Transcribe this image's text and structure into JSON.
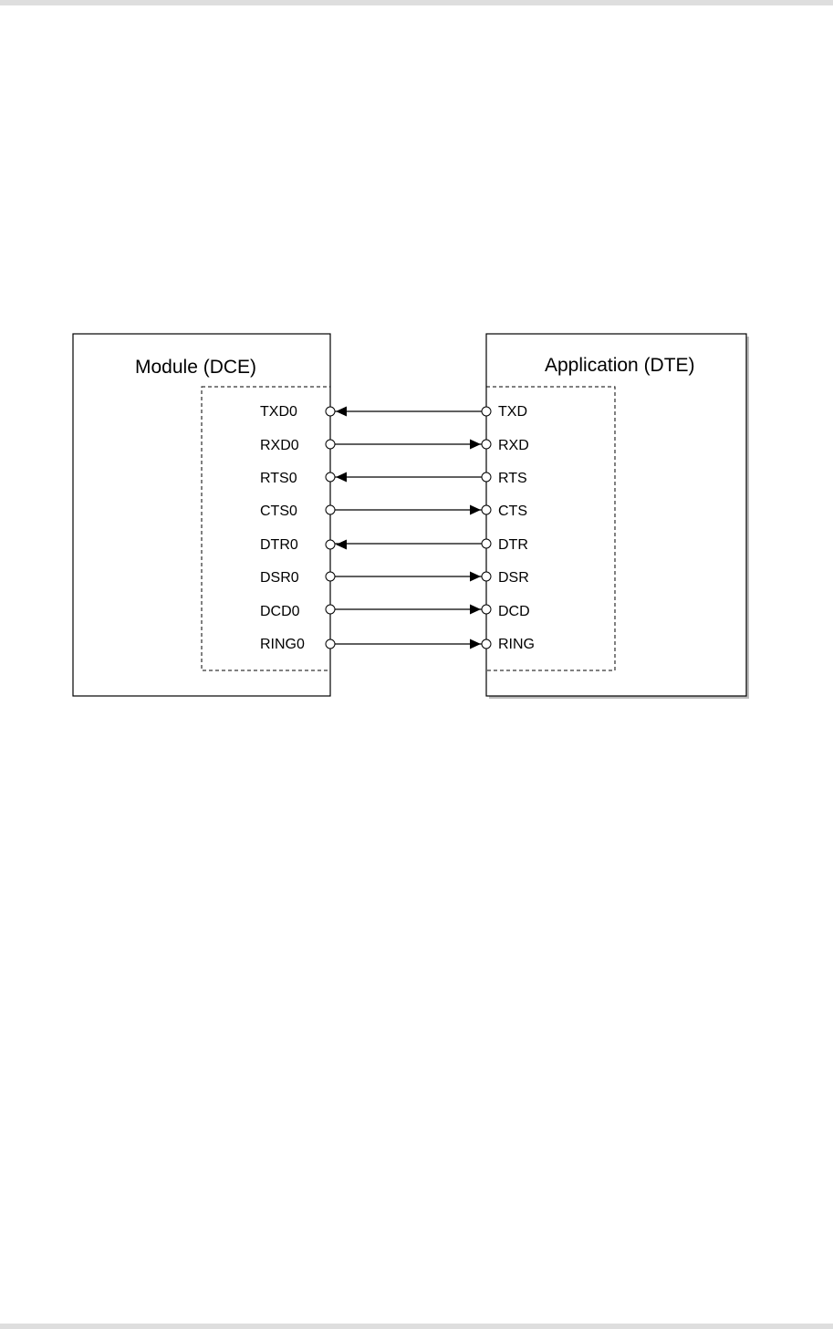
{
  "module": {
    "title": "Module (DCE)",
    "pins": [
      "TXD0",
      "RXD0",
      "RTS0",
      "CTS0",
      "DTR0",
      "DSR0",
      "DCD0",
      "RING0"
    ]
  },
  "application": {
    "title": "Application (DTE)",
    "pins": [
      "TXD",
      "RXD",
      "RTS",
      "CTS",
      "DTR",
      "DSR",
      "DCD",
      "RING"
    ]
  },
  "connections": [
    {
      "from": "TXD",
      "to": "TXD0",
      "arrow_toward": "module"
    },
    {
      "from": "RXD0",
      "to": "RXD",
      "arrow_toward": "application"
    },
    {
      "from": "RTS",
      "to": "RTS0",
      "arrow_toward": "module"
    },
    {
      "from": "CTS0",
      "to": "CTS",
      "arrow_toward": "application"
    },
    {
      "from": "DTR",
      "to": "DTR0",
      "arrow_toward": "module"
    },
    {
      "from": "DSR0",
      "to": "DSR",
      "arrow_toward": "application"
    },
    {
      "from": "DCD0",
      "to": "DCD",
      "arrow_toward": "application"
    },
    {
      "from": "RING0",
      "to": "RING",
      "arrow_toward": "application"
    }
  ],
  "colors": {
    "line": "#000000",
    "page_rule": "#dedede"
  }
}
